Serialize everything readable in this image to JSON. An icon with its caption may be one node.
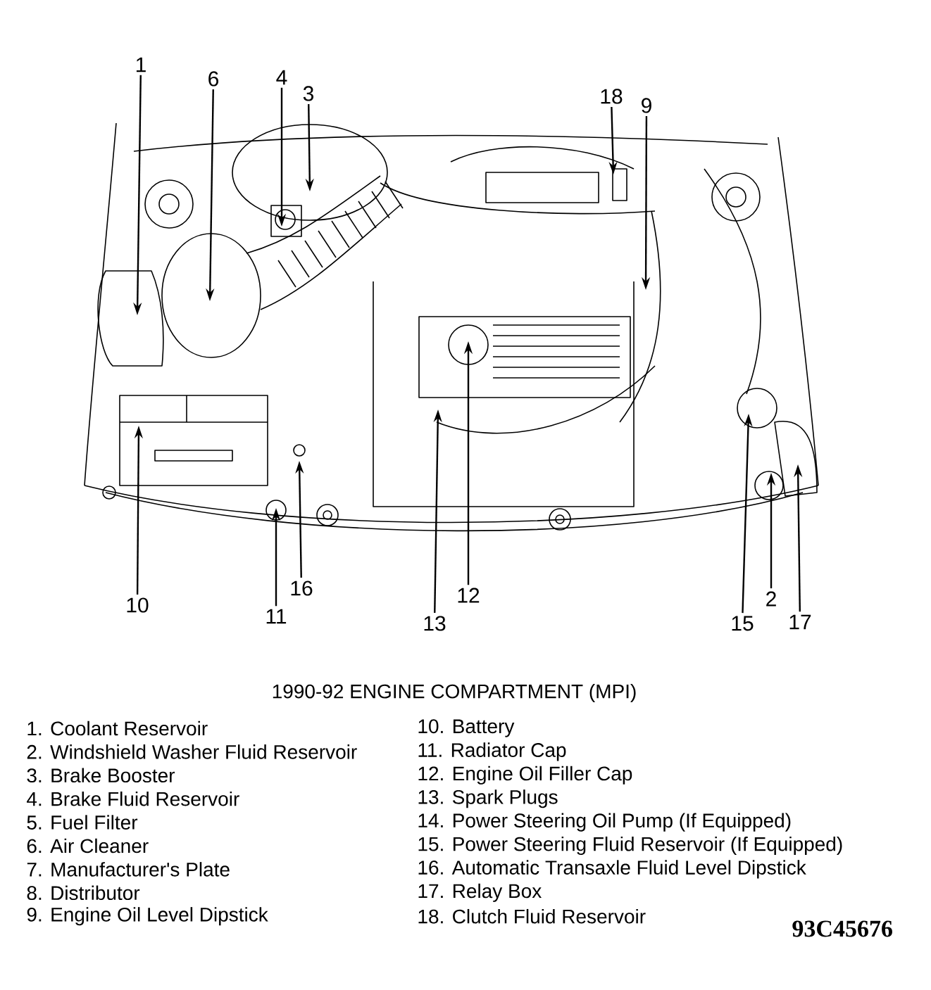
{
  "diagram": {
    "title": "1990-92 ENGINE COMPARTMENT (MPI)",
    "nodes": [
      {
        "text": [
          "1"
        ]
      },
      {
        "text": [
          "6"
        ]
      },
      {
        "text": [
          "4"
        ]
      },
      {
        "text": [
          "3"
        ]
      },
      {
        "text": [
          "18"
        ]
      },
      {
        "text": [
          "9"
        ]
      },
      {
        "text": [
          "10"
        ]
      },
      {
        "text": [
          "16"
        ]
      },
      {
        "text": [
          "11"
        ]
      },
      {
        "text": [
          "12"
        ]
      },
      {
        "text": [
          "13"
        ]
      },
      {
        "text": [
          "15"
        ]
      },
      {
        "text": [
          "2"
        ]
      },
      {
        "text": [
          "17"
        ]
      }
    ],
    "edges": [
      {
        "from": 0,
        "to": null,
        "arrow": "to"
      },
      {
        "from": 1,
        "to": null,
        "arrow": "to"
      },
      {
        "from": 2,
        "to": null,
        "arrow": "to"
      },
      {
        "from": 3,
        "to": null,
        "arrow": "to"
      },
      {
        "from": 4,
        "to": null,
        "arrow": "to"
      },
      {
        "from": 5,
        "to": null,
        "arrow": "to"
      },
      {
        "from": 6,
        "to": null,
        "arrow": "to"
      },
      {
        "from": 7,
        "to": null,
        "arrow": "to"
      },
      {
        "from": 8,
        "to": null,
        "arrow": "to"
      },
      {
        "from": 9,
        "to": null,
        "arrow": "to"
      },
      {
        "from": 10,
        "to": null,
        "arrow": "to"
      },
      {
        "from": 11,
        "to": null,
        "arrow": "to"
      },
      {
        "from": 12,
        "to": null,
        "arrow": "to"
      },
      {
        "from": 13,
        "to": null,
        "arrow": "to"
      }
    ],
    "labels": [
      "1. Coolant Reservoir",
      "2. Windshield Washer Fluid Reservoir",
      "3. Brake Booster",
      "4. Brake Fluid Reservoir",
      "5. Fuel Filter",
      "6. Air Cleaner",
      "7. Manufacturer's Plate",
      "8. Distributor",
      "9. Engine Oil Level Dipstick",
      "10. Battery",
      "11. Radiator Cap",
      "12. Engine Oil Filler Cap",
      "13. Spark Plugs",
      "14. Power Steering Oil Pump (If Equipped)",
      "15. Power Steering Fluid Reservoir (If Equipped)",
      "16. Automatic Transaxle Fluid Level Dipstick",
      "17. Relay Box",
      "18. Clutch Fluid Reservoir",
      "93C45676"
    ]
  }
}
